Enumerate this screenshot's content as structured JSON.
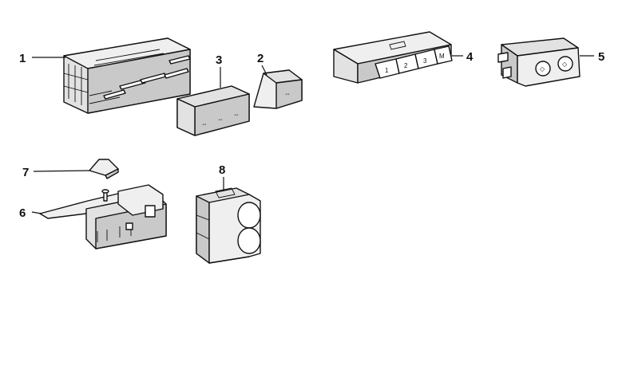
{
  "callouts": [
    {
      "id": "1",
      "label": "1"
    },
    {
      "id": "2",
      "label": "2"
    },
    {
      "id": "3",
      "label": "3"
    },
    {
      "id": "4",
      "label": "4"
    },
    {
      "id": "5",
      "label": "5"
    },
    {
      "id": "6",
      "label": "6"
    },
    {
      "id": "7",
      "label": "7"
    },
    {
      "id": "8",
      "label": "8"
    }
  ],
  "key_labels": [
    "1",
    "2",
    "3",
    "M"
  ]
}
